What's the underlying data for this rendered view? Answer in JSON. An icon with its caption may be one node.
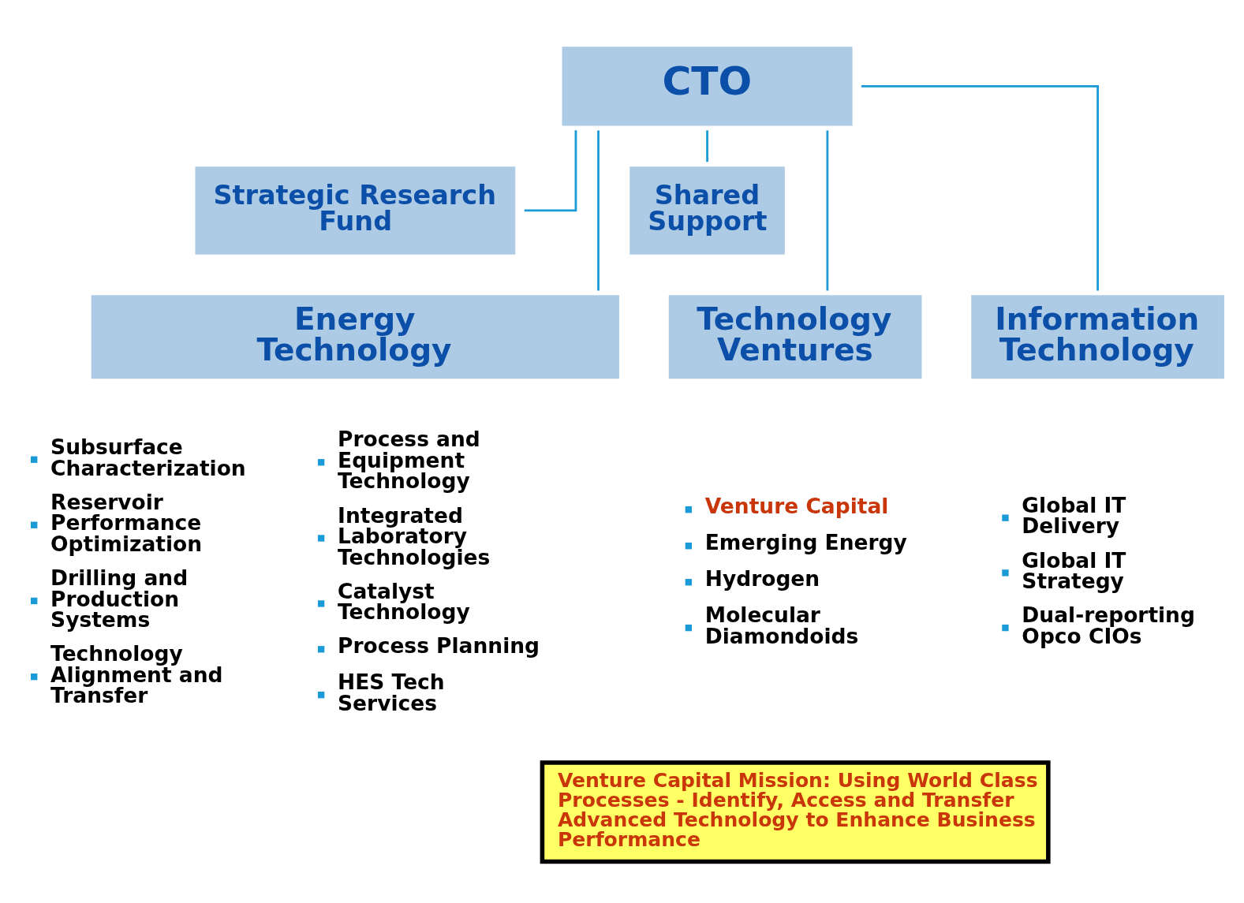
{
  "diagram": {
    "nodes": [
      {
        "text": [
          "CTO"
        ]
      },
      {
        "text": [
          "Strategic Research Fund"
        ]
      },
      {
        "text": [
          "Shared Support"
        ]
      },
      {
        "text": [
          "Energy Technology"
        ],
        "beside": [
          "Subsurface Characterization",
          "Reservoir Performance Optimization",
          "Drilling and Production Systems",
          "Technology Alignment and Transfer",
          "Process and Equipment Technology",
          "Integrated Laboratory Technologies",
          "Catalyst Technology",
          "Process Planning",
          "HES Tech Services"
        ]
      },
      {
        "text": [
          "Information Technology"
        ],
        "beside": [
          "Global IT Delivery",
          "Global IT Strategy",
          "Dual-reporting Opco CIOs"
        ]
      },
      {
        "text": [
          "Technology Ventures"
        ],
        "beside": [
          "Venture Capital",
          "Emerging Energy",
          "Hydrogen",
          "Molecular Diamondoids"
        ]
      },
      {
        "text": [
          "Venture Capital Mission: Using World Class Processes - Identify, Access and Transfer Advanced Technology to Enhance Business Performance"
        ]
      }
    ],
    "edges": [
      {
        "from": 0,
        "to": 1,
        "arrow": "none"
      },
      {
        "from": 0,
        "to": 2,
        "arrow": "none"
      },
      {
        "from": 0,
        "to": 3,
        "arrow": "none"
      },
      {
        "from": 0,
        "to": 4,
        "arrow": "none"
      },
      {
        "from": 0,
        "to": 5,
        "arrow": "none"
      }
    ]
  }
}
